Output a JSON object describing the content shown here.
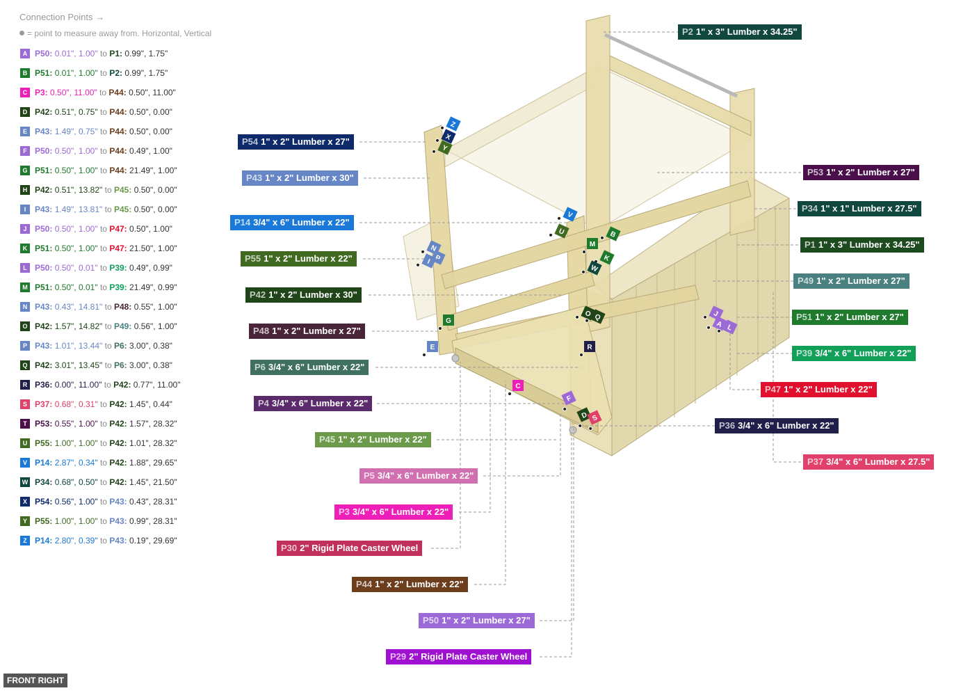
{
  "legend": {
    "title": "Connection Points →",
    "note": "= point to measure away from. Horizontal, Vertical"
  },
  "connections": [
    {
      "letter": "A",
      "color": "#9c6ad6",
      "from": "P50:",
      "from_val": "0.01\", 1.00\"",
      "from_color": "#9c6ad6",
      "to_word": "to",
      "to": "P1:",
      "to_val": "0.99\", 1.75\"",
      "to_color": "#1e4a20"
    },
    {
      "letter": "B",
      "color": "#1f7a2e",
      "from": "P51:",
      "from_val": "0.01\", 1.00\"",
      "from_color": "#1f7a2e",
      "to_word": "to",
      "to": "P2:",
      "to_val": "0.99\", 1.75\"",
      "to_color": "#10473f"
    },
    {
      "letter": "C",
      "color": "#ee1fb8",
      "from": "P3:",
      "from_val": "0.50\", 11.00\"",
      "from_color": "#ee1fb8",
      "to_word": "to",
      "to": "P44:",
      "to_val": "0.50\", 11.00\"",
      "to_color": "#6d3e1e"
    },
    {
      "letter": "D",
      "color": "#1f4518",
      "from": "P42:",
      "from_val": "0.51\", 0.75\"",
      "from_color": "#1f4518",
      "to_word": "to",
      "to": "P44:",
      "to_val": "0.50\", 0.00\"",
      "to_color": "#6d3e1e"
    },
    {
      "letter": "E",
      "color": "#6786c5",
      "from": "P43:",
      "from_val": "1.49\", 0.75\"",
      "from_color": "#6786c5",
      "to_word": "to",
      "to": "P44:",
      "to_val": "0.50\", 0.00\"",
      "to_color": "#6d3e1e"
    },
    {
      "letter": "F",
      "color": "#9c6ad6",
      "from": "P50:",
      "from_val": "0.50\", 1.00\"",
      "from_color": "#9c6ad6",
      "to_word": "to",
      "to": "P44:",
      "to_val": "0.49\", 1.00\"",
      "to_color": "#6d3e1e"
    },
    {
      "letter": "G",
      "color": "#1f7a2e",
      "from": "P51:",
      "from_val": "0.50\", 1.00\"",
      "from_color": "#1f7a2e",
      "to_word": "to",
      "to": "P44:",
      "to_val": "21.49\", 1.00\"",
      "to_color": "#6d3e1e"
    },
    {
      "letter": "H",
      "color": "#1f4518",
      "from": "P42:",
      "from_val": "0.51\", 13.82\"",
      "from_color": "#1f4518",
      "to_word": "to",
      "to": "P45:",
      "to_val": "0.50\", 0.00\"",
      "to_color": "#6a9a4a"
    },
    {
      "letter": "I",
      "color": "#6786c5",
      "from": "P43:",
      "from_val": "1.49\", 13.81\"",
      "from_color": "#6786c5",
      "to_word": "to",
      "to": "P45:",
      "to_val": "0.50\", 0.00\"",
      "to_color": "#6a9a4a"
    },
    {
      "letter": "J",
      "color": "#9c6ad6",
      "from": "P50:",
      "from_val": "0.50\", 1.00\"",
      "from_color": "#9c6ad6",
      "to_word": "to",
      "to": "P47:",
      "to_val": "0.50\", 1.00\"",
      "to_color": "#e0102e"
    },
    {
      "letter": "K",
      "color": "#1f7a2e",
      "from": "P51:",
      "from_val": "0.50\", 1.00\"",
      "from_color": "#1f7a2e",
      "to_word": "to",
      "to": "P47:",
      "to_val": "21.50\", 1.00\"",
      "to_color": "#e0102e"
    },
    {
      "letter": "L",
      "color": "#9c6ad6",
      "from": "P50:",
      "from_val": "0.50\", 0.01\"",
      "from_color": "#9c6ad6",
      "to_word": "to",
      "to": "P39:",
      "to_val": "0.49\", 0.99\"",
      "to_color": "#10a05a"
    },
    {
      "letter": "M",
      "color": "#1f7a2e",
      "from": "P51:",
      "from_val": "0.50\", 0.01\"",
      "from_color": "#1f7a2e",
      "to_word": "to",
      "to": "P39:",
      "to_val": "21.49\", 0.99\"",
      "to_color": "#10a05a"
    },
    {
      "letter": "N",
      "color": "#6786c5",
      "from": "P43:",
      "from_val": "0.43\", 14.81\"",
      "from_color": "#6786c5",
      "to_word": "to",
      "to": "P48:",
      "to_val": "0.55\", 1.00\"",
      "to_color": "#4a2438"
    },
    {
      "letter": "O",
      "color": "#1f4518",
      "from": "P42:",
      "from_val": "1.57\", 14.82\"",
      "from_color": "#1f4518",
      "to_word": "to",
      "to": "P49:",
      "to_val": "0.56\", 1.00\"",
      "to_color": "#4a8080"
    },
    {
      "letter": "P",
      "color": "#6786c5",
      "from": "P43:",
      "from_val": "1.01\", 13.44\"",
      "from_color": "#6786c5",
      "to_word": "to",
      "to": "P6:",
      "to_val": "3.00\", 0.38\"",
      "to_color": "#3f7060"
    },
    {
      "letter": "Q",
      "color": "#1f4518",
      "from": "P42:",
      "from_val": "3.01\", 13.45\"",
      "from_color": "#1f4518",
      "to_word": "to",
      "to": "P6:",
      "to_val": "3.00\", 0.38\"",
      "to_color": "#3f7060"
    },
    {
      "letter": "R",
      "color": "#1f1f4a",
      "from": "P36:",
      "from_val": "0.00\", 11.00\"",
      "from_color": "#1f1f4a",
      "to_word": "to",
      "to": "P42:",
      "to_val": "0.77\", 11.00\"",
      "to_color": "#1f4518"
    },
    {
      "letter": "S",
      "color": "#e0406a",
      "from": "P37:",
      "from_val": "0.68\", 0.31\"",
      "from_color": "#e0406a",
      "to_word": "to",
      "to": "P42:",
      "to_val": "1.45\", 0.44\"",
      "to_color": "#1f4518"
    },
    {
      "letter": "T",
      "color": "#4a0f4a",
      "from": "P53:",
      "from_val": "0.55\", 1.00\"",
      "from_color": "#4a0f4a",
      "to_word": "to",
      "to": "P42:",
      "to_val": "1.57\", 28.32\"",
      "to_color": "#1f4518"
    },
    {
      "letter": "U",
      "color": "#3f6a1f",
      "from": "P55:",
      "from_val": "1.00\", 1.00\"",
      "from_color": "#3f6a1f",
      "to_word": "to",
      "to": "P42:",
      "to_val": "1.01\", 28.32\"",
      "to_color": "#1f4518"
    },
    {
      "letter": "V",
      "color": "#1a78d8",
      "from": "P14:",
      "from_val": "2.87\", 0.34\"",
      "from_color": "#1a78d8",
      "to_word": "to",
      "to": "P42:",
      "to_val": "1.88\", 29.65\"",
      "to_color": "#1f4518"
    },
    {
      "letter": "W",
      "color": "#10473f",
      "from": "P34:",
      "from_val": "0.68\", 0.50\"",
      "from_color": "#10473f",
      "to_word": "to",
      "to": "P42:",
      "to_val": "1.45\", 21.50\"",
      "to_color": "#1f4518"
    },
    {
      "letter": "X",
      "color": "#0f2a6a",
      "from": "P54:",
      "from_val": "0.56\", 1.00\"",
      "from_color": "#0f2a6a",
      "to_word": "to",
      "to": "P43:",
      "to_val": "0.43\", 28.31\"",
      "to_color": "#6786c5"
    },
    {
      "letter": "Y",
      "color": "#3f6a1f",
      "from": "P55:",
      "from_val": "1.00\", 1.00\"",
      "from_color": "#3f6a1f",
      "to_word": "to",
      "to": "P43:",
      "to_val": "0.99\", 28.31\"",
      "to_color": "#6786c5"
    },
    {
      "letter": "Z",
      "color": "#1a78d8",
      "from": "P14:",
      "from_val": "2.80\", 0.39\"",
      "from_color": "#1a78d8",
      "to_word": "to",
      "to": "P43:",
      "to_val": "0.19\", 29.69\"",
      "to_color": "#6786c5"
    }
  ],
  "parts": [
    {
      "id": "P2",
      "desc": "1\" x 3\" Lumber x 34.25\"",
      "color": "#10473f"
    },
    {
      "id": "P54",
      "desc": "1\" x 2\" Lumber x 27\"",
      "color": "#0f2a6a"
    },
    {
      "id": "P43",
      "desc": "1\" x 2\" Lumber x 30\"",
      "color": "#6786c5"
    },
    {
      "id": "P53",
      "desc": "1\" x 2\" Lumber x 27\"",
      "color": "#4a0f4a"
    },
    {
      "id": "P34",
      "desc": "1\" x 1\" Lumber  x 27.5\"",
      "color": "#10473f"
    },
    {
      "id": "P14",
      "desc": "3/4\" x 6\" Lumber x 22\"",
      "color": "#1a78d8"
    },
    {
      "id": "P1",
      "desc": "1\" x 3\" Lumber x 34.25\"",
      "color": "#1e4a20"
    },
    {
      "id": "P55",
      "desc": "1\" x 2\" Lumber x 22\"",
      "color": "#3f6a1f"
    },
    {
      "id": "P49",
      "desc": "1\" x 2\" Lumber x 27\"",
      "color": "#4a8080"
    },
    {
      "id": "P42",
      "desc": "1\" x 2\" Lumber x 30\"",
      "color": "#1f4518"
    },
    {
      "id": "P51",
      "desc": "1\" x 2\" Lumber x 27\"",
      "color": "#1f7a2e"
    },
    {
      "id": "P48",
      "desc": "1\" x 2\" Lumber x 27\"",
      "color": "#4a2438"
    },
    {
      "id": "P39",
      "desc": "3/4\" x 6\" Lumber x 22\"",
      "color": "#10a05a"
    },
    {
      "id": "P6",
      "desc": "3/4\" x 6\" Lumber x 22\"",
      "color": "#3f7060"
    },
    {
      "id": "P47",
      "desc": "1\" x 2\" Lumber x 22\"",
      "color": "#e0102e"
    },
    {
      "id": "P4",
      "desc": "3/4\" x 6\" Lumber x 22\"",
      "color": "#5a2a6a"
    },
    {
      "id": "P36",
      "desc": "3/4\" x 6\" Lumber x 22\"",
      "color": "#1f1f4a"
    },
    {
      "id": "P45",
      "desc": "1\" x 2\" Lumber x 22\"",
      "color": "#6a9a4a"
    },
    {
      "id": "P37",
      "desc": "3/4\" x 6\" Lumber x 27.5\"",
      "color": "#e0406a"
    },
    {
      "id": "P5",
      "desc": "3/4\" x 6\" Lumber x 22\"",
      "color": "#d070b0"
    },
    {
      "id": "P3",
      "desc": "3/4\" x 6\" Lumber x 22\"",
      "color": "#ee1fb8"
    },
    {
      "id": "P30",
      "desc": "2\" Rigid Plate Caster Wheel",
      "color": "#c0305a"
    },
    {
      "id": "P44",
      "desc": "1\" x 2\" Lumber x 22\"",
      "color": "#6d3e1e"
    },
    {
      "id": "P50",
      "desc": "1\" x 2\" Lumber x 27\"",
      "color": "#9c6ad6"
    },
    {
      "id": "P29",
      "desc": "2\" Rigid Plate Caster Wheel",
      "color": "#a010d0"
    }
  ],
  "markers": [
    {
      "letter": "Z",
      "color": "#1a78d8"
    },
    {
      "letter": "X",
      "color": "#0f2a6a"
    },
    {
      "letter": "Y",
      "color": "#3f6a1f"
    },
    {
      "letter": "V",
      "color": "#1a78d8"
    },
    {
      "letter": "U",
      "color": "#3f6a1f"
    },
    {
      "letter": "B",
      "color": "#1f7a2e"
    },
    {
      "letter": "M",
      "color": "#1f7a2e"
    },
    {
      "letter": "K",
      "color": "#1f7a2e"
    },
    {
      "letter": "W",
      "color": "#10473f"
    },
    {
      "letter": "N",
      "color": "#6786c5"
    },
    {
      "letter": "P",
      "color": "#6786c5"
    },
    {
      "letter": "I",
      "color": "#6786c5"
    },
    {
      "letter": "O",
      "color": "#1f4518"
    },
    {
      "letter": "Q",
      "color": "#1f4518"
    },
    {
      "letter": "R",
      "color": "#1f1f4a"
    },
    {
      "letter": "G",
      "color": "#1f7a2e"
    },
    {
      "letter": "E",
      "color": "#6786c5"
    },
    {
      "letter": "C",
      "color": "#ee1fb8"
    },
    {
      "letter": "F",
      "color": "#9c6ad6"
    },
    {
      "letter": "D",
      "color": "#1f4518"
    },
    {
      "letter": "S",
      "color": "#e0406a"
    },
    {
      "letter": "J",
      "color": "#9c6ad6"
    },
    {
      "letter": "A",
      "color": "#9c6ad6"
    },
    {
      "letter": "L",
      "color": "#9c6ad6"
    }
  ],
  "view_label": "FRONT RIGHT"
}
